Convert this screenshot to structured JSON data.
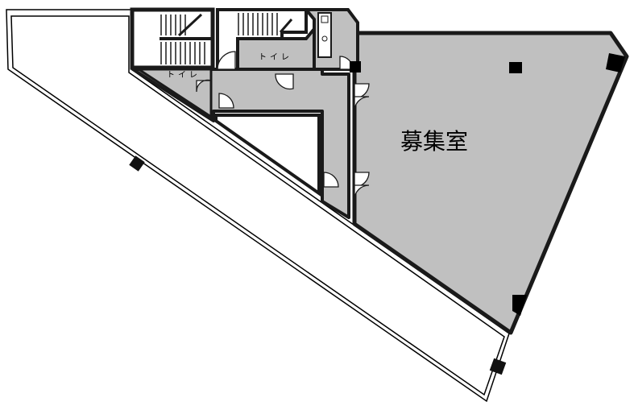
{
  "labels": {
    "main_room": "募集室",
    "toilet_upper": "トイレ",
    "toilet_lower": "トイレ"
  },
  "colors": {
    "room_fill": "#c0c0c0",
    "wall": "#1a1a1a",
    "outline": "#000000",
    "background": "#ffffff"
  }
}
